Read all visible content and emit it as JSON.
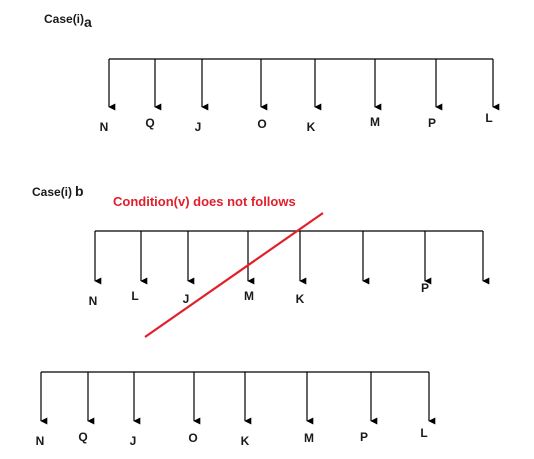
{
  "diagrams": [
    {
      "case_label": "Case(i)",
      "case_sub": "a",
      "nodes": [
        "N",
        "Q",
        "J",
        "O",
        "K",
        "M",
        "P",
        "L"
      ]
    },
    {
      "case_label": "Case(i)",
      "case_sub": "b",
      "note": "Condition(v) does not follows",
      "nodes": [
        "N",
        "L",
        "J",
        "M",
        "K",
        "",
        "P",
        ""
      ],
      "crossed_out": true
    },
    {
      "case_label": "",
      "case_sub": "",
      "nodes": [
        "N",
        "Q",
        "J",
        "O",
        "K",
        "M",
        "P",
        "L"
      ]
    }
  ],
  "colors": {
    "line": "#000000",
    "strike": "#e0202a",
    "note": "#e0202a"
  }
}
